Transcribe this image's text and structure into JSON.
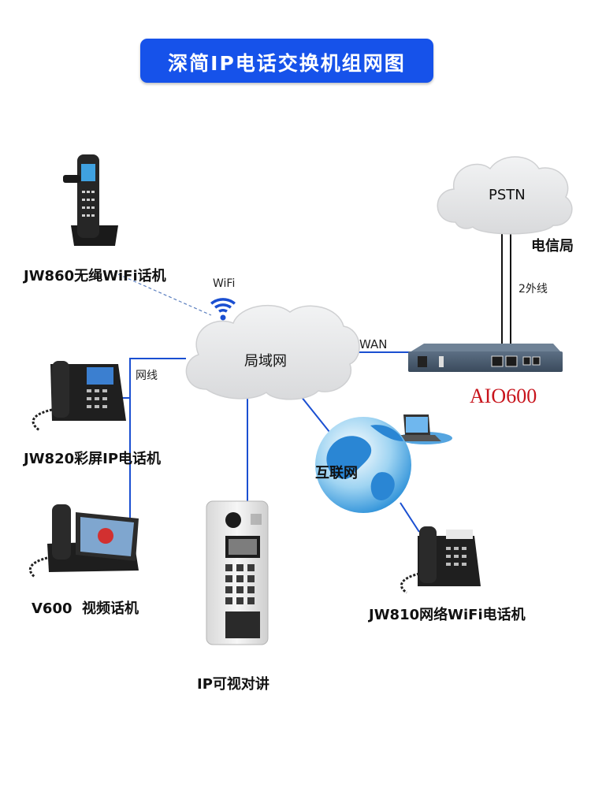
{
  "title": "深简IP电话交换机组网图",
  "clouds": {
    "pstn": "PSTN",
    "lan": "局域网",
    "internet": "互联网"
  },
  "links": {
    "wifi": "WiFi",
    "wan": "WAN",
    "lan_cable": "网线",
    "outside_lines": "2外线"
  },
  "nodes": {
    "telecom": "电信局",
    "aio": "AIO600",
    "jw860": "JW860无绳WiFi话机",
    "jw820": "JW820彩屏IP电话机",
    "v600": "V600  视频话机",
    "intercom": "IP可视对讲",
    "jw810": "JW810网络WiFi电话机"
  },
  "colors": {
    "title_bg": "#1652ea",
    "link_blue": "#1a4fd1",
    "aio_red": "#c8141c",
    "cloud": "#e6e7e9"
  }
}
